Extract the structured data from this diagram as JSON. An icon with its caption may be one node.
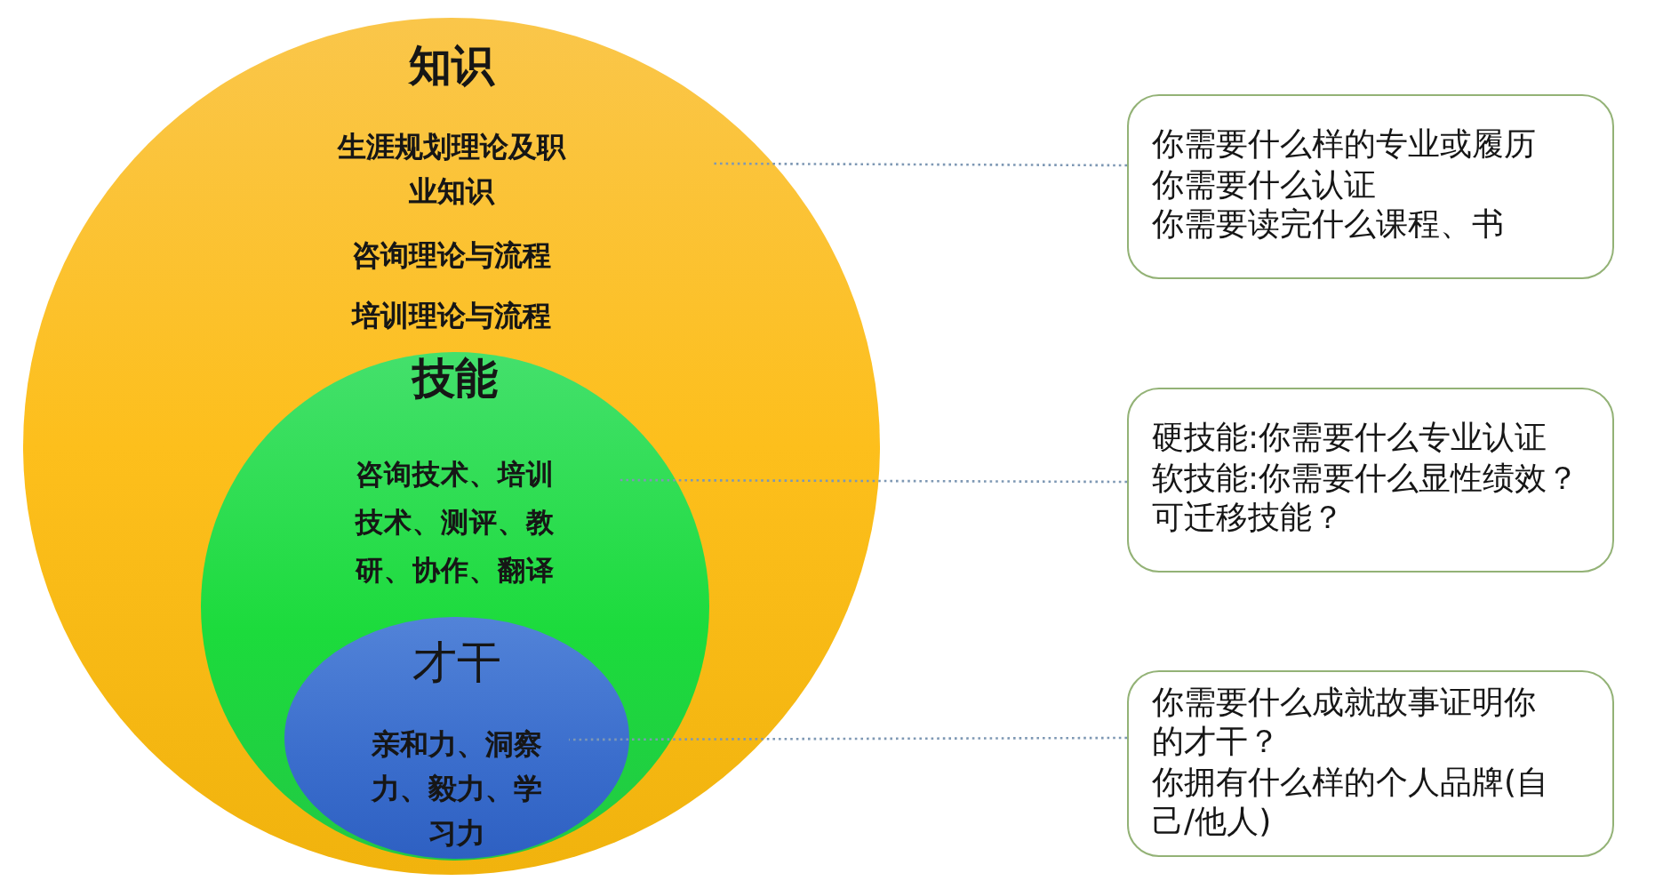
{
  "diagram": {
    "nodes": [
      {
        "text": [
          "知识",
          "生涯规划理论及职业知识",
          "咨询理论与流程",
          "培训理论与流程"
        ]
      },
      {
        "text": [
          "技能",
          "咨询技术、培训技术、测评、教研、协作、翻译"
        ],
        "in": 0
      },
      {
        "text": [
          "才干",
          "亲和力、洞察力、毅力、学习力"
        ],
        "in": 1
      },
      {
        "text": [
          "你需要什么样的专业或履历",
          "你需要什么认证",
          "你需要读完什么课程、书"
        ]
      },
      {
        "text": [
          "硬技能:你需要什么专业认证",
          "软技能:你需要什么显性绩效？",
          "可迁移技能？"
        ]
      },
      {
        "text": [
          "你需要什么成就故事证明你的才干？",
          "你拥有什么样的个人品牌(自己/他人)"
        ]
      }
    ],
    "edges": [
      {
        "from": 3,
        "to": 0,
        "arrow": "none"
      },
      {
        "from": 4,
        "to": 1,
        "arrow": "none"
      },
      {
        "from": 5,
        "to": 2,
        "arrow": "none"
      }
    ]
  }
}
